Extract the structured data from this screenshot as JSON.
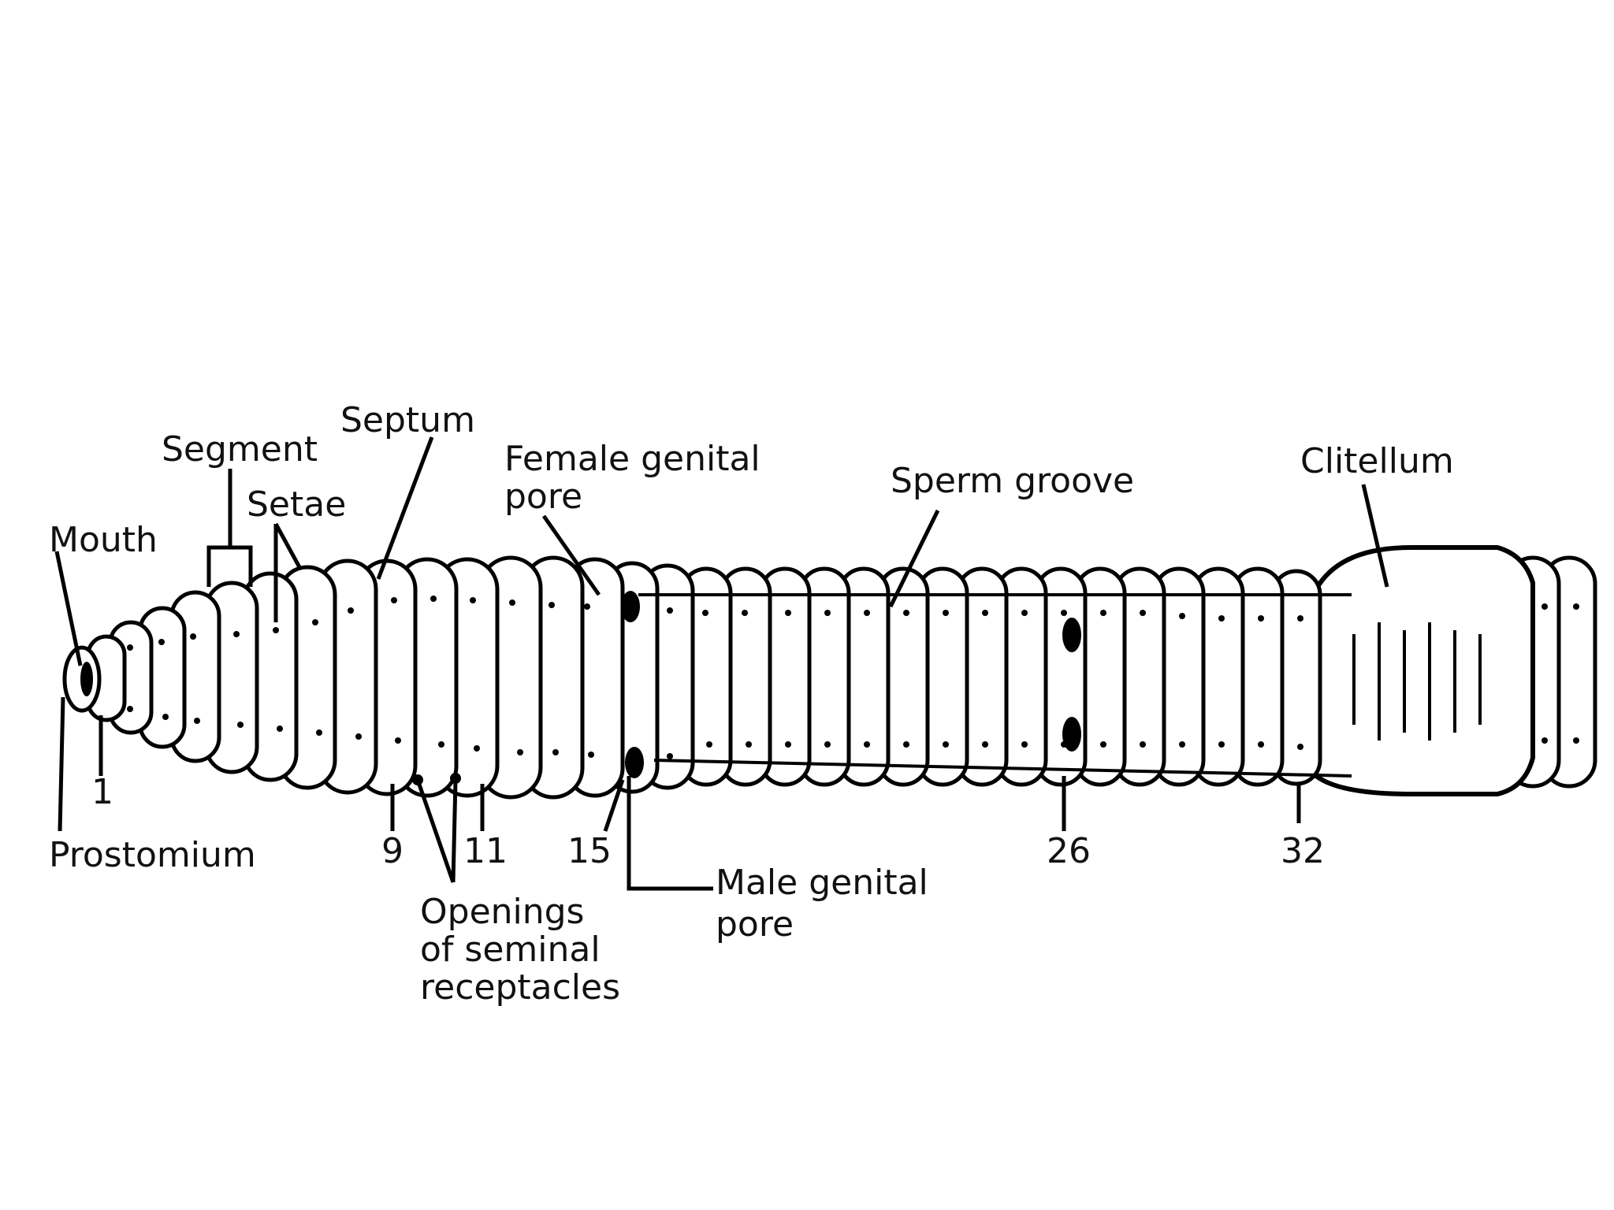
{
  "labels": {
    "segment": "Segment",
    "septum": "Septum",
    "setae": "Setae",
    "mouth": "Mouth",
    "female_pore_1": "Female genital",
    "female_pore_2": "pore",
    "sperm_groove": "Sperm groove",
    "clitellum": "Clitellum",
    "prostomium": "Prostomium",
    "openings_1": "Openings",
    "openings_2": "of seminal",
    "openings_3": "receptacles",
    "male_pore_1": "Male genital",
    "male_pore_2": "pore"
  },
  "segment_numbers": {
    "n1": "1",
    "n9": "9",
    "n11": "11",
    "n15": "15",
    "n26": "26",
    "n32": "32"
  }
}
